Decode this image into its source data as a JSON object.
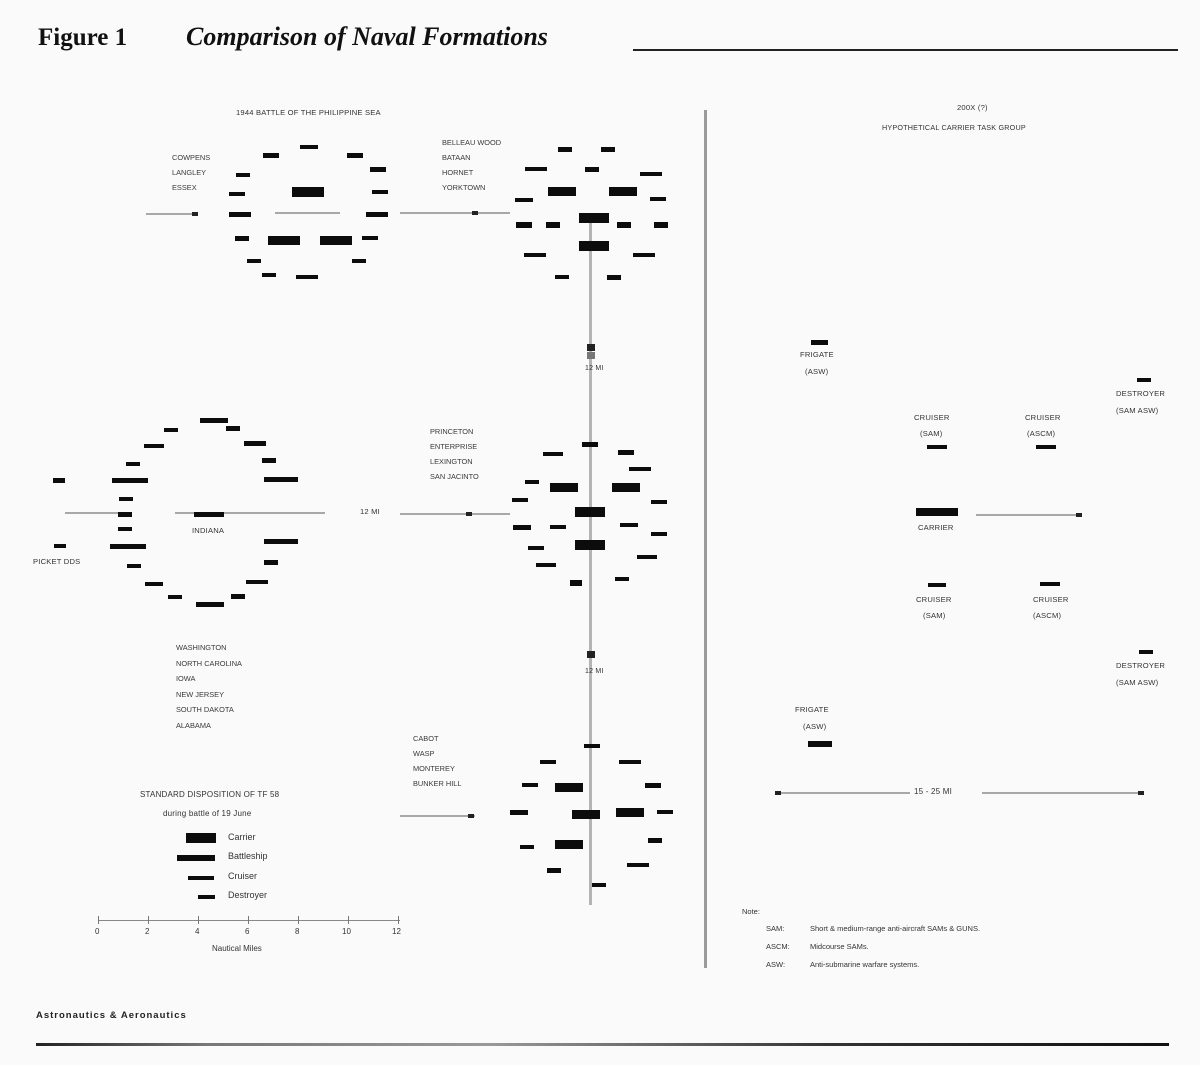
{
  "figure": {
    "number_label": "Figure 1",
    "title": "Comparison of Naval Formations"
  },
  "left_panel": {
    "heading": "1944 Battle of the Philippine Sea",
    "groups": [
      {
        "id": "tg-upper-left",
        "ships": [
          "Cowpens",
          "Langley",
          "Essex"
        ]
      },
      {
        "id": "tg-upper-right",
        "ships": [
          "Belleau Wood",
          "Bataan",
          "Hornet",
          "Yorktown"
        ]
      },
      {
        "id": "tg-battle-line",
        "ships": [
          "Washington",
          "North Carolina",
          "Iowa",
          "New Jersey",
          "South Dakota",
          "Alabama"
        ],
        "center_label": "Indiana",
        "picket_label": "Picket DDs"
      },
      {
        "id": "tg-middle-right",
        "ships": [
          "Princeton",
          "Enterprise",
          "Lexington",
          "San Jacinto"
        ]
      },
      {
        "id": "tg-lower-right",
        "ships": [
          "Cabot",
          "Wasp",
          "Monterey",
          "Bunker Hill"
        ]
      }
    ],
    "spacing_labels": [
      "12 mi",
      "12 mi",
      "12 mi"
    ],
    "legend": {
      "title": "Standard disposition of TF 58",
      "subtitle": "during battle of 19 June",
      "items": [
        {
          "symbol": "carrier",
          "label": "Carrier"
        },
        {
          "symbol": "battleship",
          "label": "Battleship"
        },
        {
          "symbol": "cruiser",
          "label": "Cruiser"
        },
        {
          "symbol": "destroyer",
          "label": "Destroyer"
        }
      ]
    },
    "scale": {
      "ticks": [
        "0",
        "2",
        "4",
        "6",
        "8",
        "10",
        "12"
      ],
      "label": "Nautical Miles"
    }
  },
  "right_panel": {
    "heading_line1": "200X (?)",
    "heading_line2": "Hypothetical Carrier Task Group",
    "units": [
      {
        "id": "frigate-top",
        "type": "Frigate",
        "role": "(ASW)"
      },
      {
        "id": "destroyer-top-right",
        "type": "Destroyer",
        "role": "(SAM ASW)"
      },
      {
        "id": "cruiser-upper-left",
        "type": "Cruiser",
        "role": "(SAM)"
      },
      {
        "id": "cruiser-upper-right",
        "type": "Cruiser",
        "role": "(ASCM)"
      },
      {
        "id": "carrier-center",
        "type": "Carrier",
        "role": ""
      },
      {
        "id": "cruiser-lower-left",
        "type": "Cruiser",
        "role": "(SAM)"
      },
      {
        "id": "cruiser-lower-right",
        "type": "Cruiser",
        "role": "(ASCM)"
      },
      {
        "id": "destroyer-bottom-right",
        "type": "Destroyer",
        "role": "(SAM ASW)"
      },
      {
        "id": "frigate-bottom",
        "type": "Frigate",
        "role": "(ASW)"
      }
    ],
    "range_label": "15 - 25 mi",
    "notes": {
      "title": "Note:",
      "entries": [
        {
          "abbr": "SAM:",
          "text": "Short & medium-range anti-aircraft SAMs & GUNS."
        },
        {
          "abbr": "ASCM:",
          "text": "Midcourse SAMs."
        },
        {
          "abbr": "ASW:",
          "text": "Anti-submarine warfare systems."
        }
      ]
    }
  },
  "footer": {
    "publication": "Astronautics & Aeronautics"
  },
  "colors": {
    "ink": "#0c0c0c",
    "rule_gray": "#a8a8a8",
    "paper": "#fafafa"
  }
}
